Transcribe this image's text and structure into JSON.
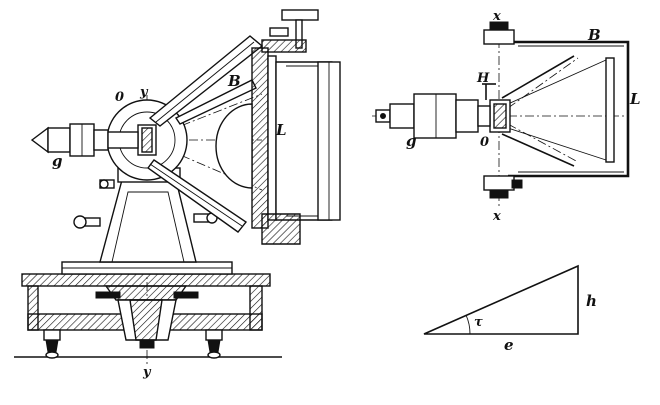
{
  "figure": {
    "side_view": {
      "labels": {
        "o": "0",
        "y_top": "y",
        "y_bottom": "y",
        "b": "B",
        "l": "L",
        "g": "g"
      }
    },
    "plan_view": {
      "labels": {
        "x_top": "x",
        "x_bottom": "x",
        "b": "B",
        "h": "H",
        "o": "0",
        "l": "L",
        "g": "g"
      }
    },
    "triangle": {
      "labels": {
        "angle": "τ",
        "base": "e",
        "height": "h"
      }
    }
  }
}
